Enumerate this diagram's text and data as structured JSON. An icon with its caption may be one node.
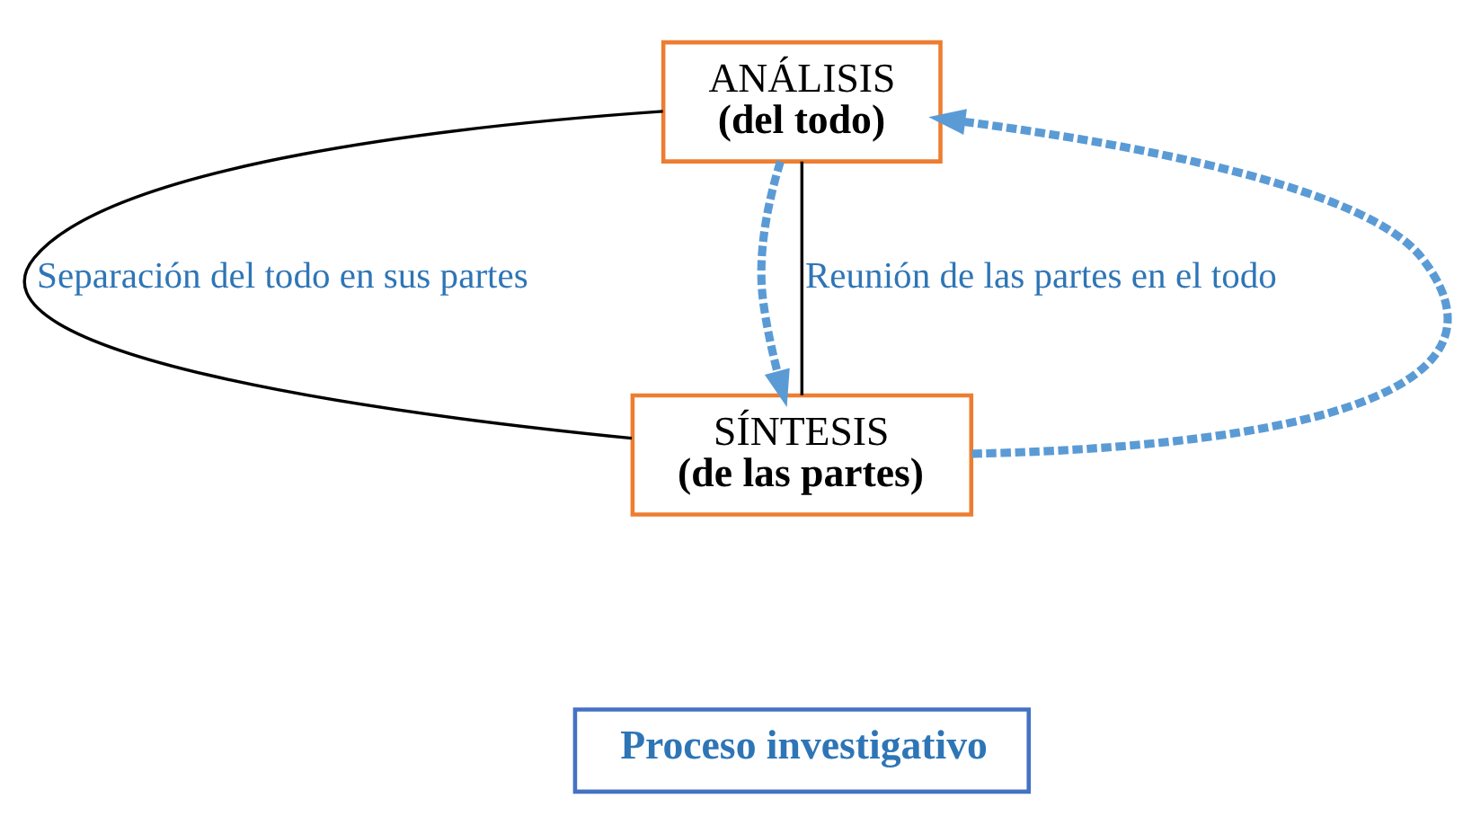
{
  "diagram": {
    "nodes": [
      {
        "text": [
          "ANÁLISIS",
          "(del todo)"
        ]
      },
      {
        "text": [
          "SÍNTESIS",
          "(de las partes)"
        ]
      },
      {
        "text": [
          "Proceso investigativo"
        ]
      }
    ],
    "edges": [
      {
        "from": 0,
        "to": 1,
        "arrow": "none",
        "label": "Separación del todo en sus partes"
      },
      {
        "from": 0,
        "to": 1,
        "arrow": "to",
        "style": "dashed",
        "color": "#5b9bd5"
      },
      {
        "from": 1,
        "to": 0,
        "arrow": "to",
        "style": "dashed",
        "color": "#5b9bd5"
      },
      {
        "from": 0,
        "to": 1,
        "arrow": "none",
        "label": "Reunión de las partes en el todo"
      }
    ]
  }
}
